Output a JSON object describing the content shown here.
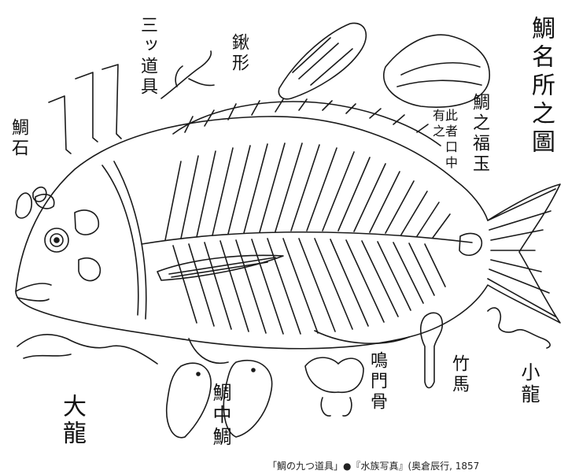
{
  "title": "鯛名所之圖",
  "labels": {
    "tai_ishi": "鯛石",
    "sankudogu": "三ッ道具",
    "kuwagata": "鍬形",
    "tai_no_fuku": "鯛之福玉",
    "note": "此者口中有之",
    "dairyu": "大龍",
    "tai_chu_tai": "鯛中鯛",
    "naruto_bone": "鳴門骨",
    "chikuba": "竹馬",
    "shoryu": "小龍"
  },
  "caption": "「鯛の九つ道具」●『水族写真』(奥倉辰行, 1857"
}
